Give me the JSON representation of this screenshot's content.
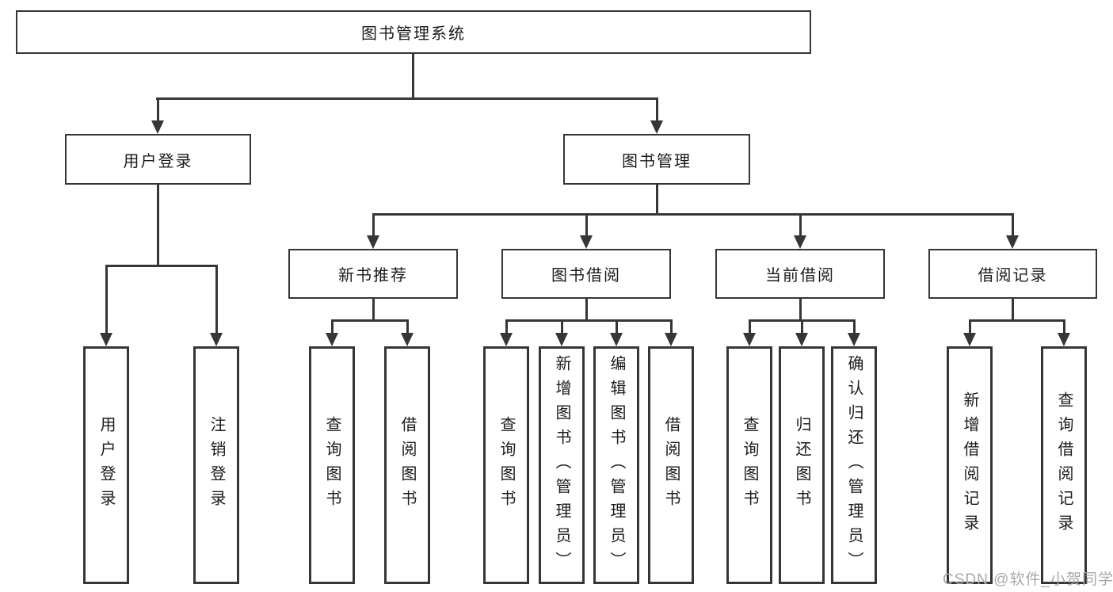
{
  "diagram": {
    "type": "hierarchy-tree",
    "tree": {
      "label": "图书管理系统",
      "children": [
        {
          "label": "用户登录",
          "children": [
            {
              "label": "用户登录"
            },
            {
              "label": "注销登录"
            }
          ]
        },
        {
          "label": "图书管理",
          "children": [
            {
              "label": "新书推荐",
              "children": [
                {
                  "label": "查询图书"
                },
                {
                  "label": "借阅图书"
                }
              ]
            },
            {
              "label": "图书借阅",
              "children": [
                {
                  "label": "查询图书"
                },
                {
                  "label": "新增图书（管理员）"
                },
                {
                  "label": "编辑图书（管理员）"
                },
                {
                  "label": "借阅图书"
                }
              ]
            },
            {
              "label": "当前借阅",
              "children": [
                {
                  "label": "查询图书"
                },
                {
                  "label": "归还图书"
                },
                {
                  "label": "确认归还（管理员）"
                }
              ]
            },
            {
              "label": "借阅记录",
              "children": [
                {
                  "label": "新增借阅记录"
                },
                {
                  "label": "查询借阅记录"
                }
              ]
            }
          ]
        }
      ]
    }
  },
  "watermark": "CSDN @软件_小贺同学",
  "colors": {
    "line": "#363636",
    "box_border": "#363636",
    "text": "#1b1b1b",
    "background": "#ffffff",
    "watermark": "#a8a8a8"
  }
}
